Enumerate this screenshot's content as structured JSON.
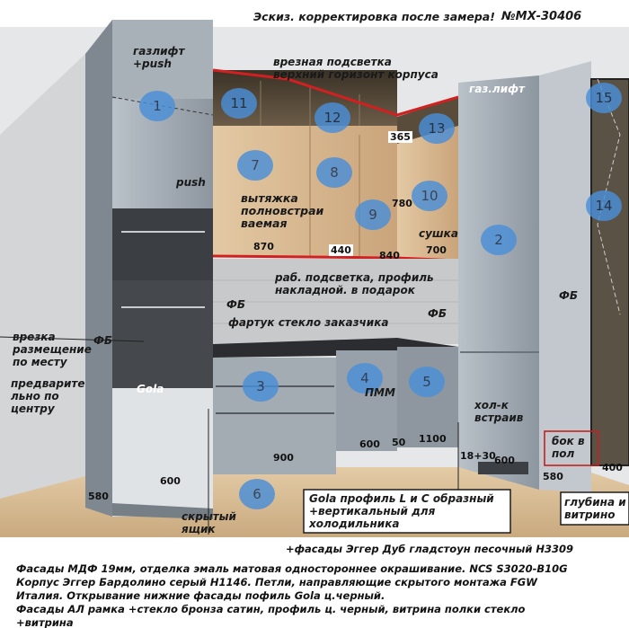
{
  "header": {
    "title": "Эскиз. корректировка после замера!",
    "order": "№МХ-30406"
  },
  "markers": [
    "1",
    "2",
    "3",
    "4",
    "5",
    "6",
    "7",
    "8",
    "9",
    "10",
    "11",
    "12",
    "13",
    "14",
    "15"
  ],
  "labels": {
    "gaslift_push": [
      "газлифт",
      "+push"
    ],
    "lighting": [
      "врезная подсветка",
      "верхний горизонт корпуса"
    ],
    "gaslift_right": "газ.лифт",
    "push": "push",
    "hood": [
      "вытяжка",
      "полновстраи",
      "ваемая"
    ],
    "dryer": "сушка",
    "work_light": [
      "раб. подсветка, профиль",
      "накладной. в подарок"
    ],
    "fb1": "ФБ",
    "fb2": "ФБ",
    "fb3": "ФБ",
    "fb4": "ФБ",
    "apron": "фартук стекло заказчика",
    "insert": [
      "врезка",
      "размещение",
      "по месту"
    ],
    "prelim": [
      "предварите",
      "льно по",
      "центру"
    ],
    "gola": "Gola",
    "pmm": "ПММ",
    "fridge": [
      "хол-к",
      "встраив"
    ],
    "side_floor": [
      "бок в",
      "пол"
    ],
    "hidden_drawer": [
      "скрытый",
      "ящик"
    ],
    "gola_profile": [
      "Gola профиль L и С образный",
      "+вертикальный для",
      "холодильника"
    ],
    "depth": [
      "глубина и",
      "витрино"
    ]
  },
  "dimensions": {
    "d365": "365",
    "d780": "780",
    "d870": "870",
    "d440": "440",
    "d840": "840",
    "d700": "700",
    "d580a": "580",
    "d600a": "600",
    "d900": "900",
    "d600b": "600",
    "d50": "50",
    "d1100": "1100",
    "d18_30": "18+30",
    "d600c": "600",
    "d580b": "580",
    "d400": "400"
  },
  "notes": [
    "+фасады Эггер Дуб гладстоун песочный Н3309",
    "Фасады МДФ 19мм, отделка эмаль матовая одностороннее окрашивание. NCS S3020-B10G",
    "Корпус Эггер Бардолино серый  Н1146. Петли, направляющие скрытого монтажа FGW",
    "Италия. Открывание нижние фасады пофиль Gola ц.черный.",
    "Фасады АЛ рамка +стекло бронза сатин, профиль ц. черный, витрина полки стекло",
    "+витрина"
  ],
  "colors": {
    "marker": "#4a8fd8",
    "accent_line": "#d22020",
    "cabinet": "#9aa4ae",
    "wood": "#d4b48c",
    "floor": "#d9bd96"
  }
}
